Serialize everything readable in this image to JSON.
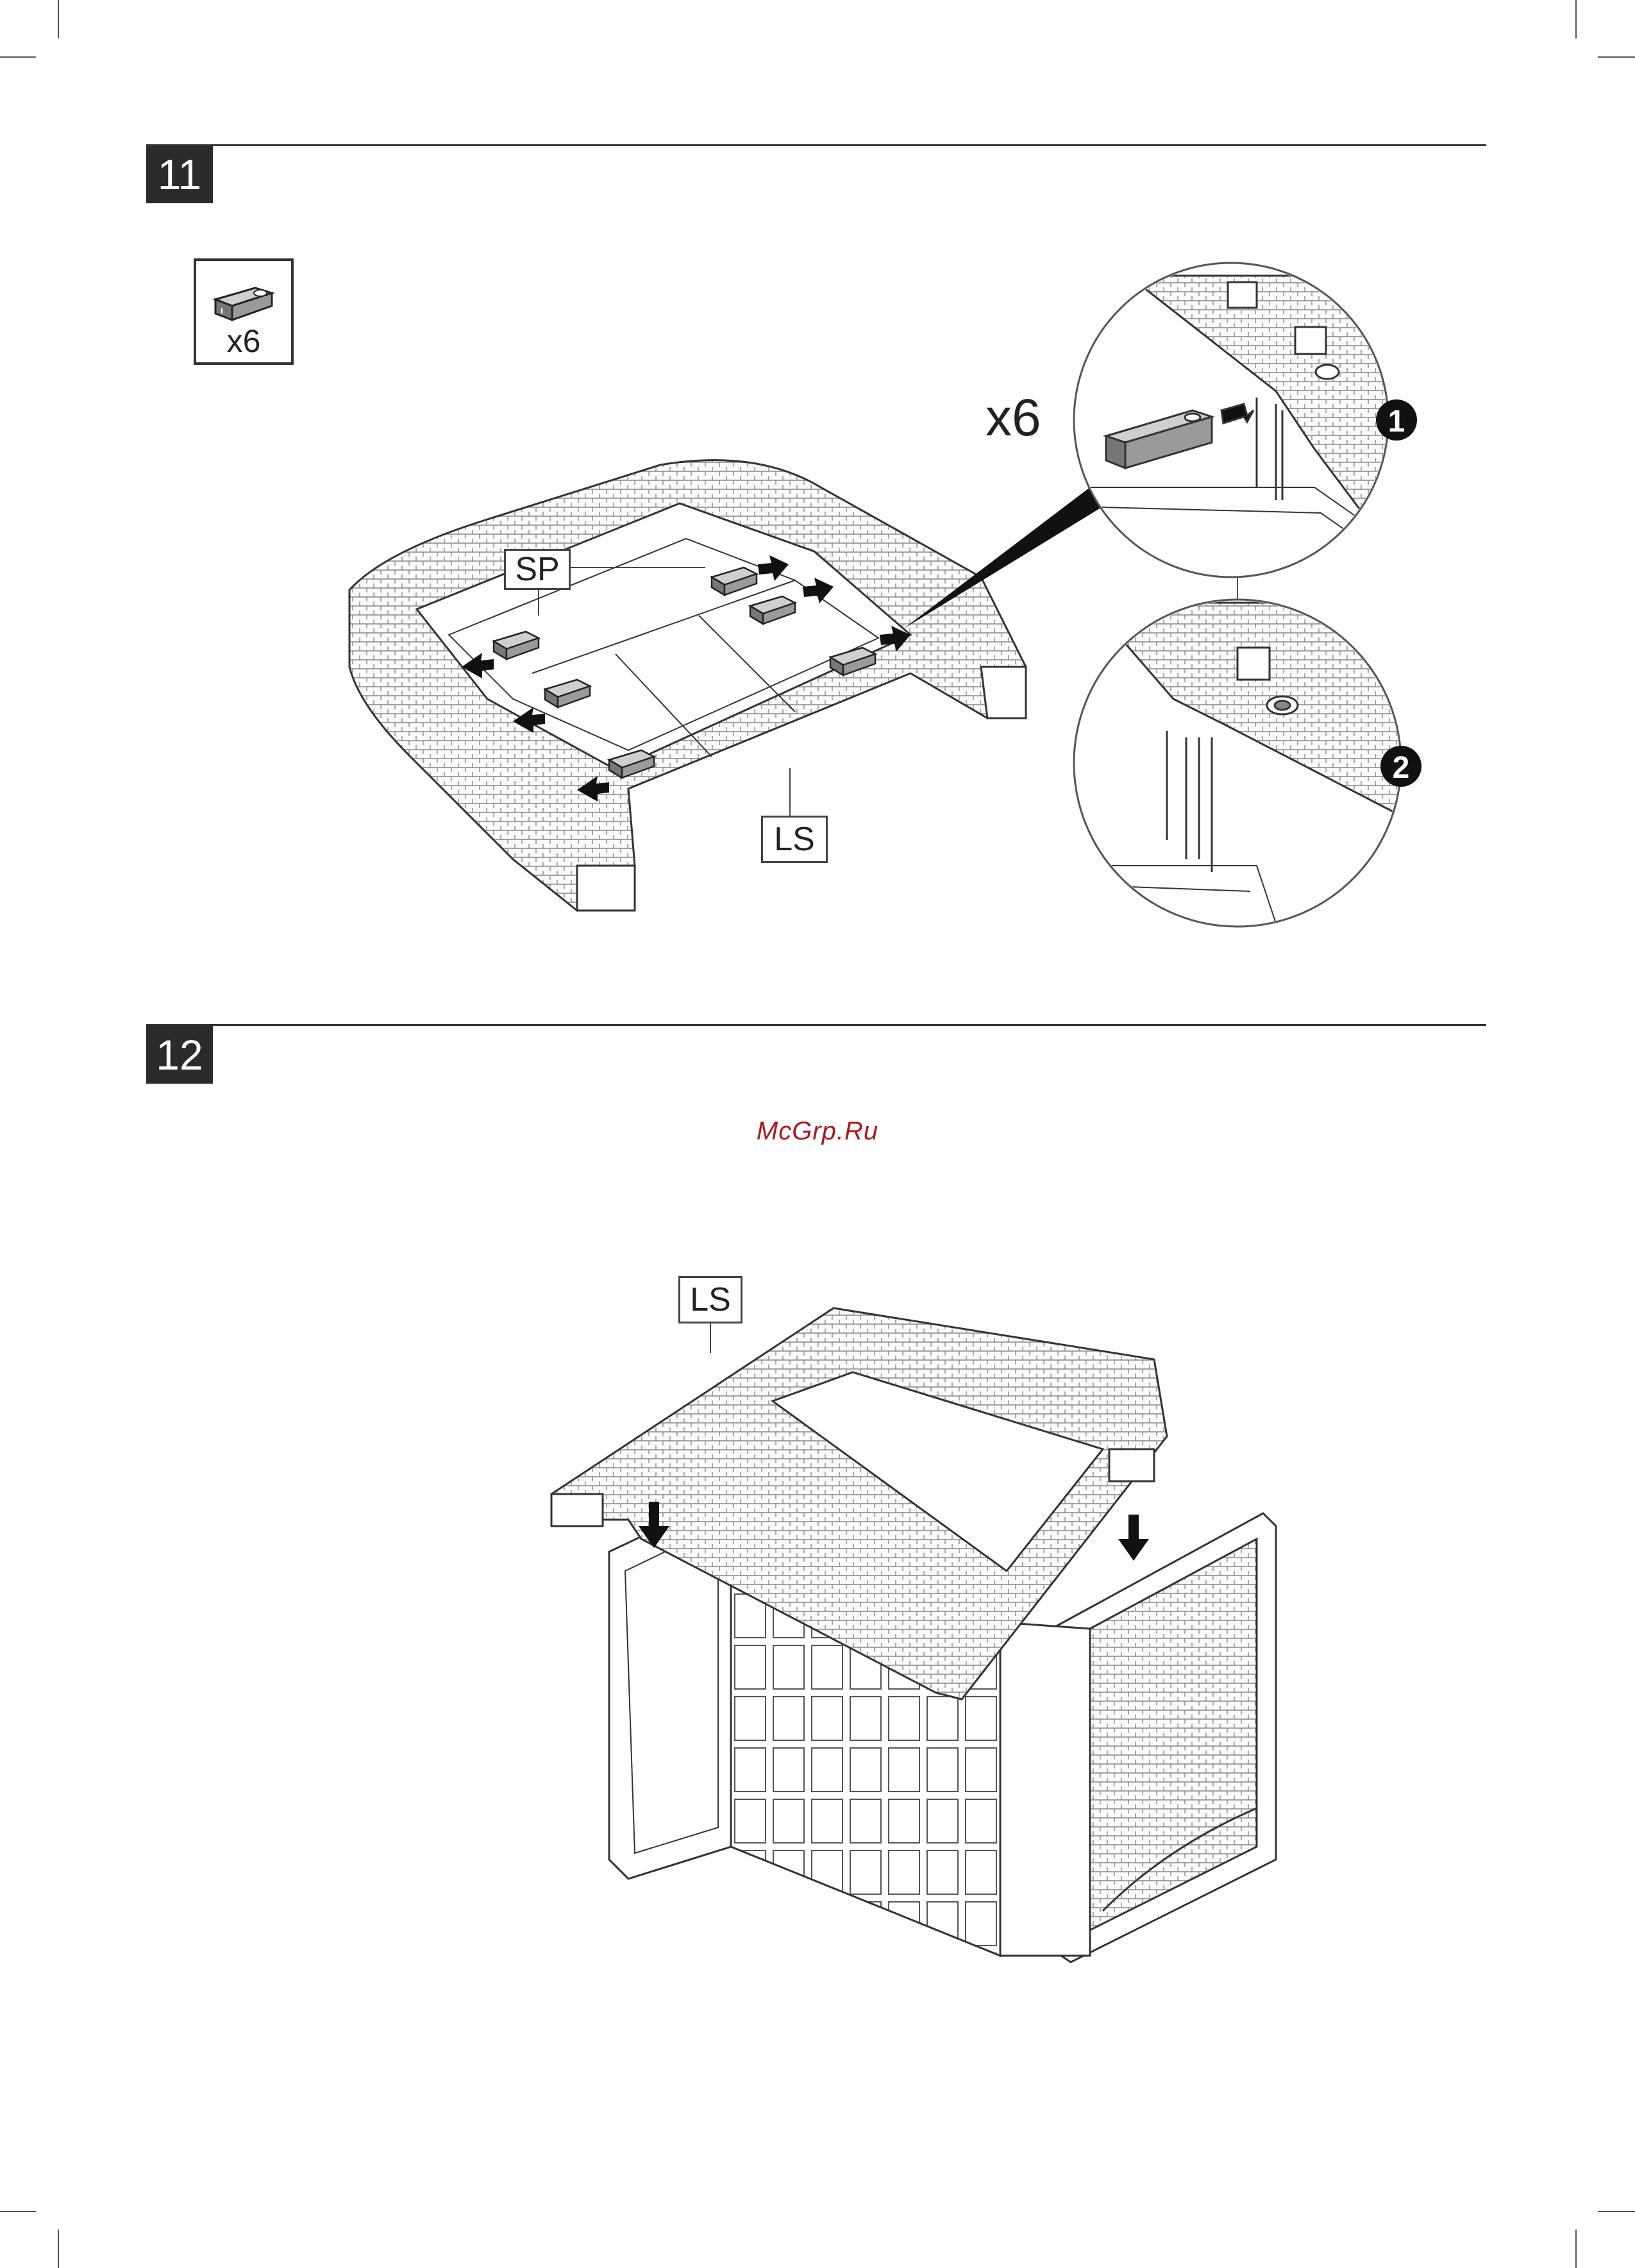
{
  "steps": [
    {
      "number": "11",
      "parts_box": {
        "icon": "connector-clip-icon",
        "quantity": "x6"
      },
      "labels": {
        "top_part": "SP",
        "bottom_part": "LS"
      },
      "detail_quantity": "x6",
      "detail_steps": [
        "1",
        "2"
      ]
    },
    {
      "number": "12",
      "labels": {
        "part": "LS"
      }
    }
  ],
  "watermark": "McGrp.Ru"
}
